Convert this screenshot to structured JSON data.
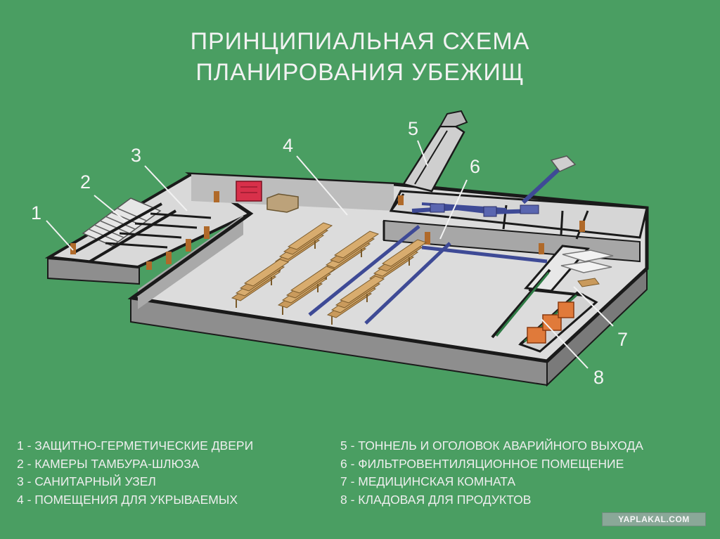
{
  "title": {
    "line1": "ПРИНЦИПИАЛЬНАЯ СХЕМА",
    "line2": "ПЛАНИРОВАНИЯ УБЕЖИЩ"
  },
  "callouts": [
    "1",
    "2",
    "3",
    "4",
    "5",
    "6",
    "7",
    "8"
  ],
  "legend": {
    "left": [
      "1 - ЗАЩИТНО-ГЕРМЕТИЧЕСКИЕ ДВЕРИ",
      "2 - КАМЕРЫ ТАМБУРА-ШЛЮЗА",
      "3 - САНИТАРНЫЙ УЗЕЛ",
      "4 - ПОМЕЩЕНИЯ ДЛЯ УКРЫВАЕМЫХ"
    ],
    "right": [
      "5 - ТОННЕЛЬ И ОГОЛОВОК АВАРИЙНОГО ВЫХОДА",
      "6 - ФИЛЬТРОВЕНТИЛЯЦИОННОЕ ПОМЕЩЕНИЕ",
      "7 - МЕДИЦИНСКАЯ КОМНАТА",
      "8 - КЛАДОВАЯ ДЛЯ ПРОДУКТОВ"
    ]
  },
  "watermark": "YAPLAKAL.COM",
  "colors": {
    "background": "#4a9e62",
    "floor": "#dcdcdc",
    "wall": "#8e8e8e",
    "outline": "#1a1a1a",
    "pipe": "#3e4a96",
    "bench": "#c99a5c",
    "crate": "#e07a3a",
    "panel": "#d8304a"
  }
}
